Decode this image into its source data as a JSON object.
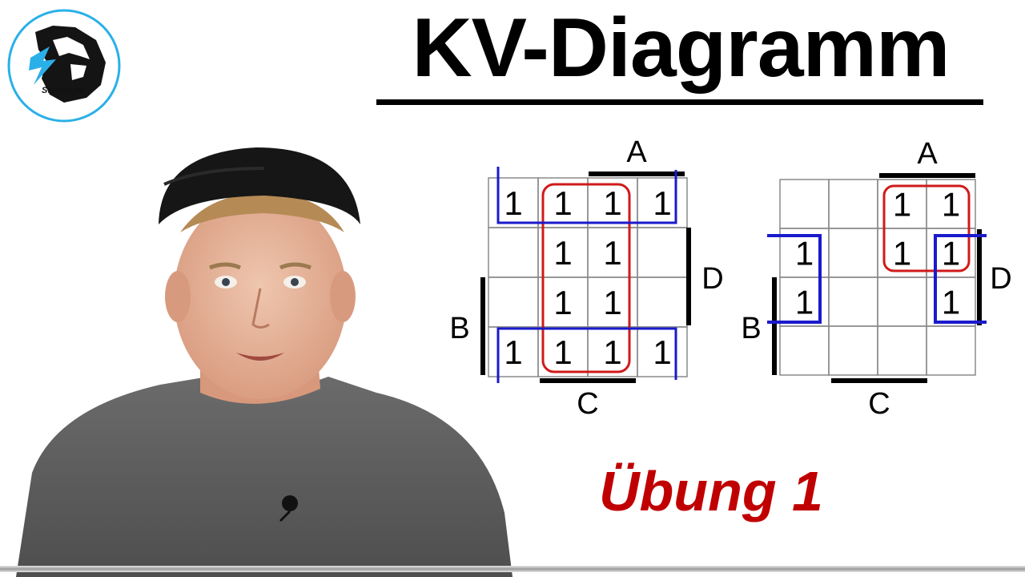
{
  "header": {
    "title": "KV-Diagramm",
    "subtitle": "Übung 1",
    "logo_text": "Studytiger",
    "logo_icon": "tiger-head-icon"
  },
  "colors": {
    "title": "#000000",
    "subtitle": "#c00000",
    "red_group": "#d01a1a",
    "blue_group": "#1a1acc",
    "logo_accent": "#2ab0e8"
  },
  "kmaps": [
    {
      "name": "kmap-left",
      "labels": {
        "top": "A",
        "right": "D",
        "left": "B",
        "bottom": "C"
      },
      "cells": [
        [
          "1",
          "1",
          "1",
          "1"
        ],
        [
          "",
          "1",
          "1",
          ""
        ],
        [
          "",
          "1",
          "1",
          ""
        ],
        [
          "1",
          "1",
          "1",
          "1"
        ]
      ]
    },
    {
      "name": "kmap-right",
      "labels": {
        "top": "A",
        "right": "D",
        "left": "B",
        "bottom": "C"
      },
      "cells": [
        [
          "",
          "",
          "1",
          "1"
        ],
        [
          "1",
          "",
          "1",
          "1"
        ],
        [
          "1",
          "",
          "",
          "1"
        ],
        [
          "",
          "",
          "",
          ""
        ]
      ]
    }
  ]
}
